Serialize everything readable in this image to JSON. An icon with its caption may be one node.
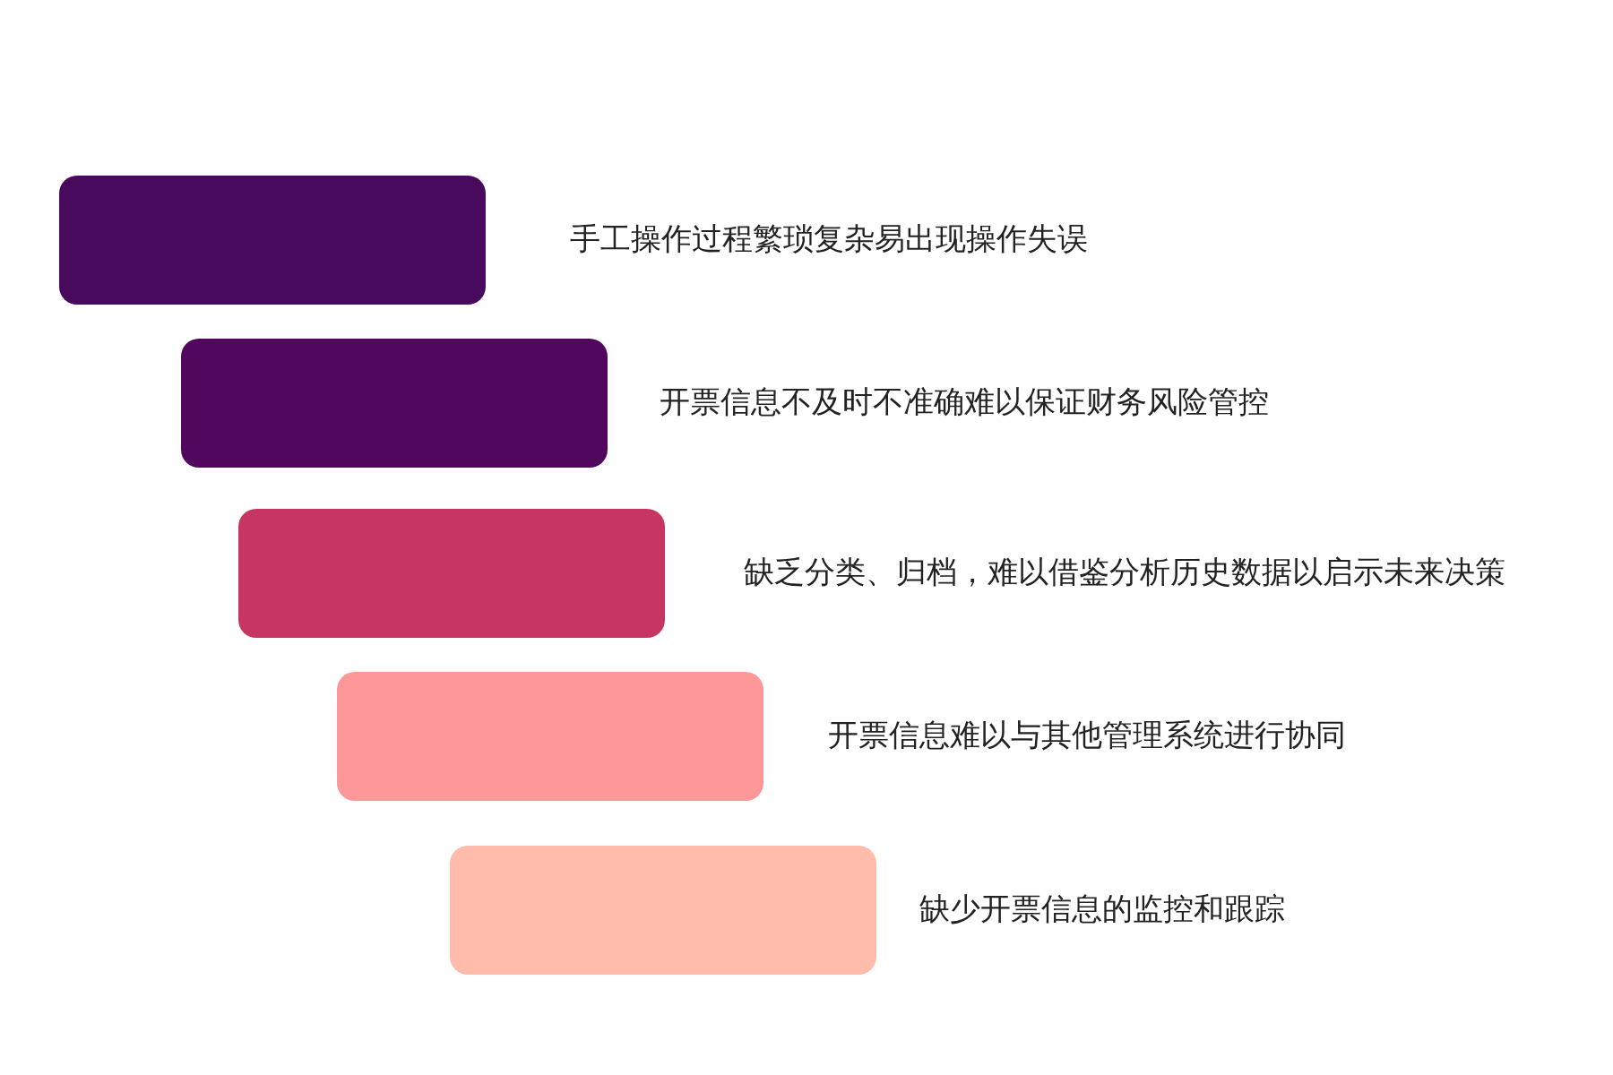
{
  "diagram": {
    "nodes": [
      {
        "text": [],
        "shape": "box",
        "beside": [
          "手工操作过程繁琐复杂易出现操作失误"
        ]
      },
      {
        "text": [],
        "shape": "box",
        "beside": [
          "开票信息不及时不准确难以保证财务风险管控"
        ]
      },
      {
        "text": [],
        "shape": "box",
        "beside": [
          "缺乏分类、归档，难以借鉴分析历史数据以启示未来决策"
        ]
      },
      {
        "text": [],
        "shape": "box",
        "beside": [
          "开票信息难以与其他管理系统进行协同"
        ]
      },
      {
        "text": [],
        "shape": "box",
        "beside": [
          "缺少开票信息的监控和跟踪"
        ]
      }
    ]
  }
}
